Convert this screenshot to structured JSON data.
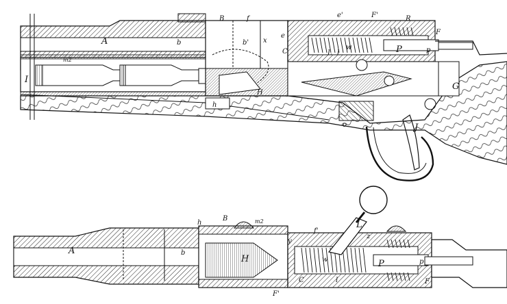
{
  "figure_top": {
    "labels": {
      "A": "A",
      "B": "B",
      "f": "f",
      "b_prime": "b'",
      "e_prime": "e'",
      "F_prime": "F'",
      "R": "R",
      "F": "F",
      "b": "b",
      "x": "x",
      "e": "e",
      "C": "C",
      "L": "L",
      "l": "l",
      "w": "w",
      "P": "P",
      "p": "p",
      "m2": "m2",
      "I": "I",
      "h": "h",
      "H": "H",
      "G": "G",
      "J": "J",
      "o": "o"
    }
  },
  "figure_bottom": {
    "labels": {
      "A": "A",
      "h": "h",
      "B": "B",
      "m2": "m2",
      "L": "L",
      "f_prime": "f'",
      "b": "b",
      "H": "H",
      "y": "y",
      "z": "z",
      "P": "P",
      "p": "p",
      "F": "F",
      "F_prime": "F'",
      "C": "C",
      "w": "w",
      "l": "l"
    }
  }
}
